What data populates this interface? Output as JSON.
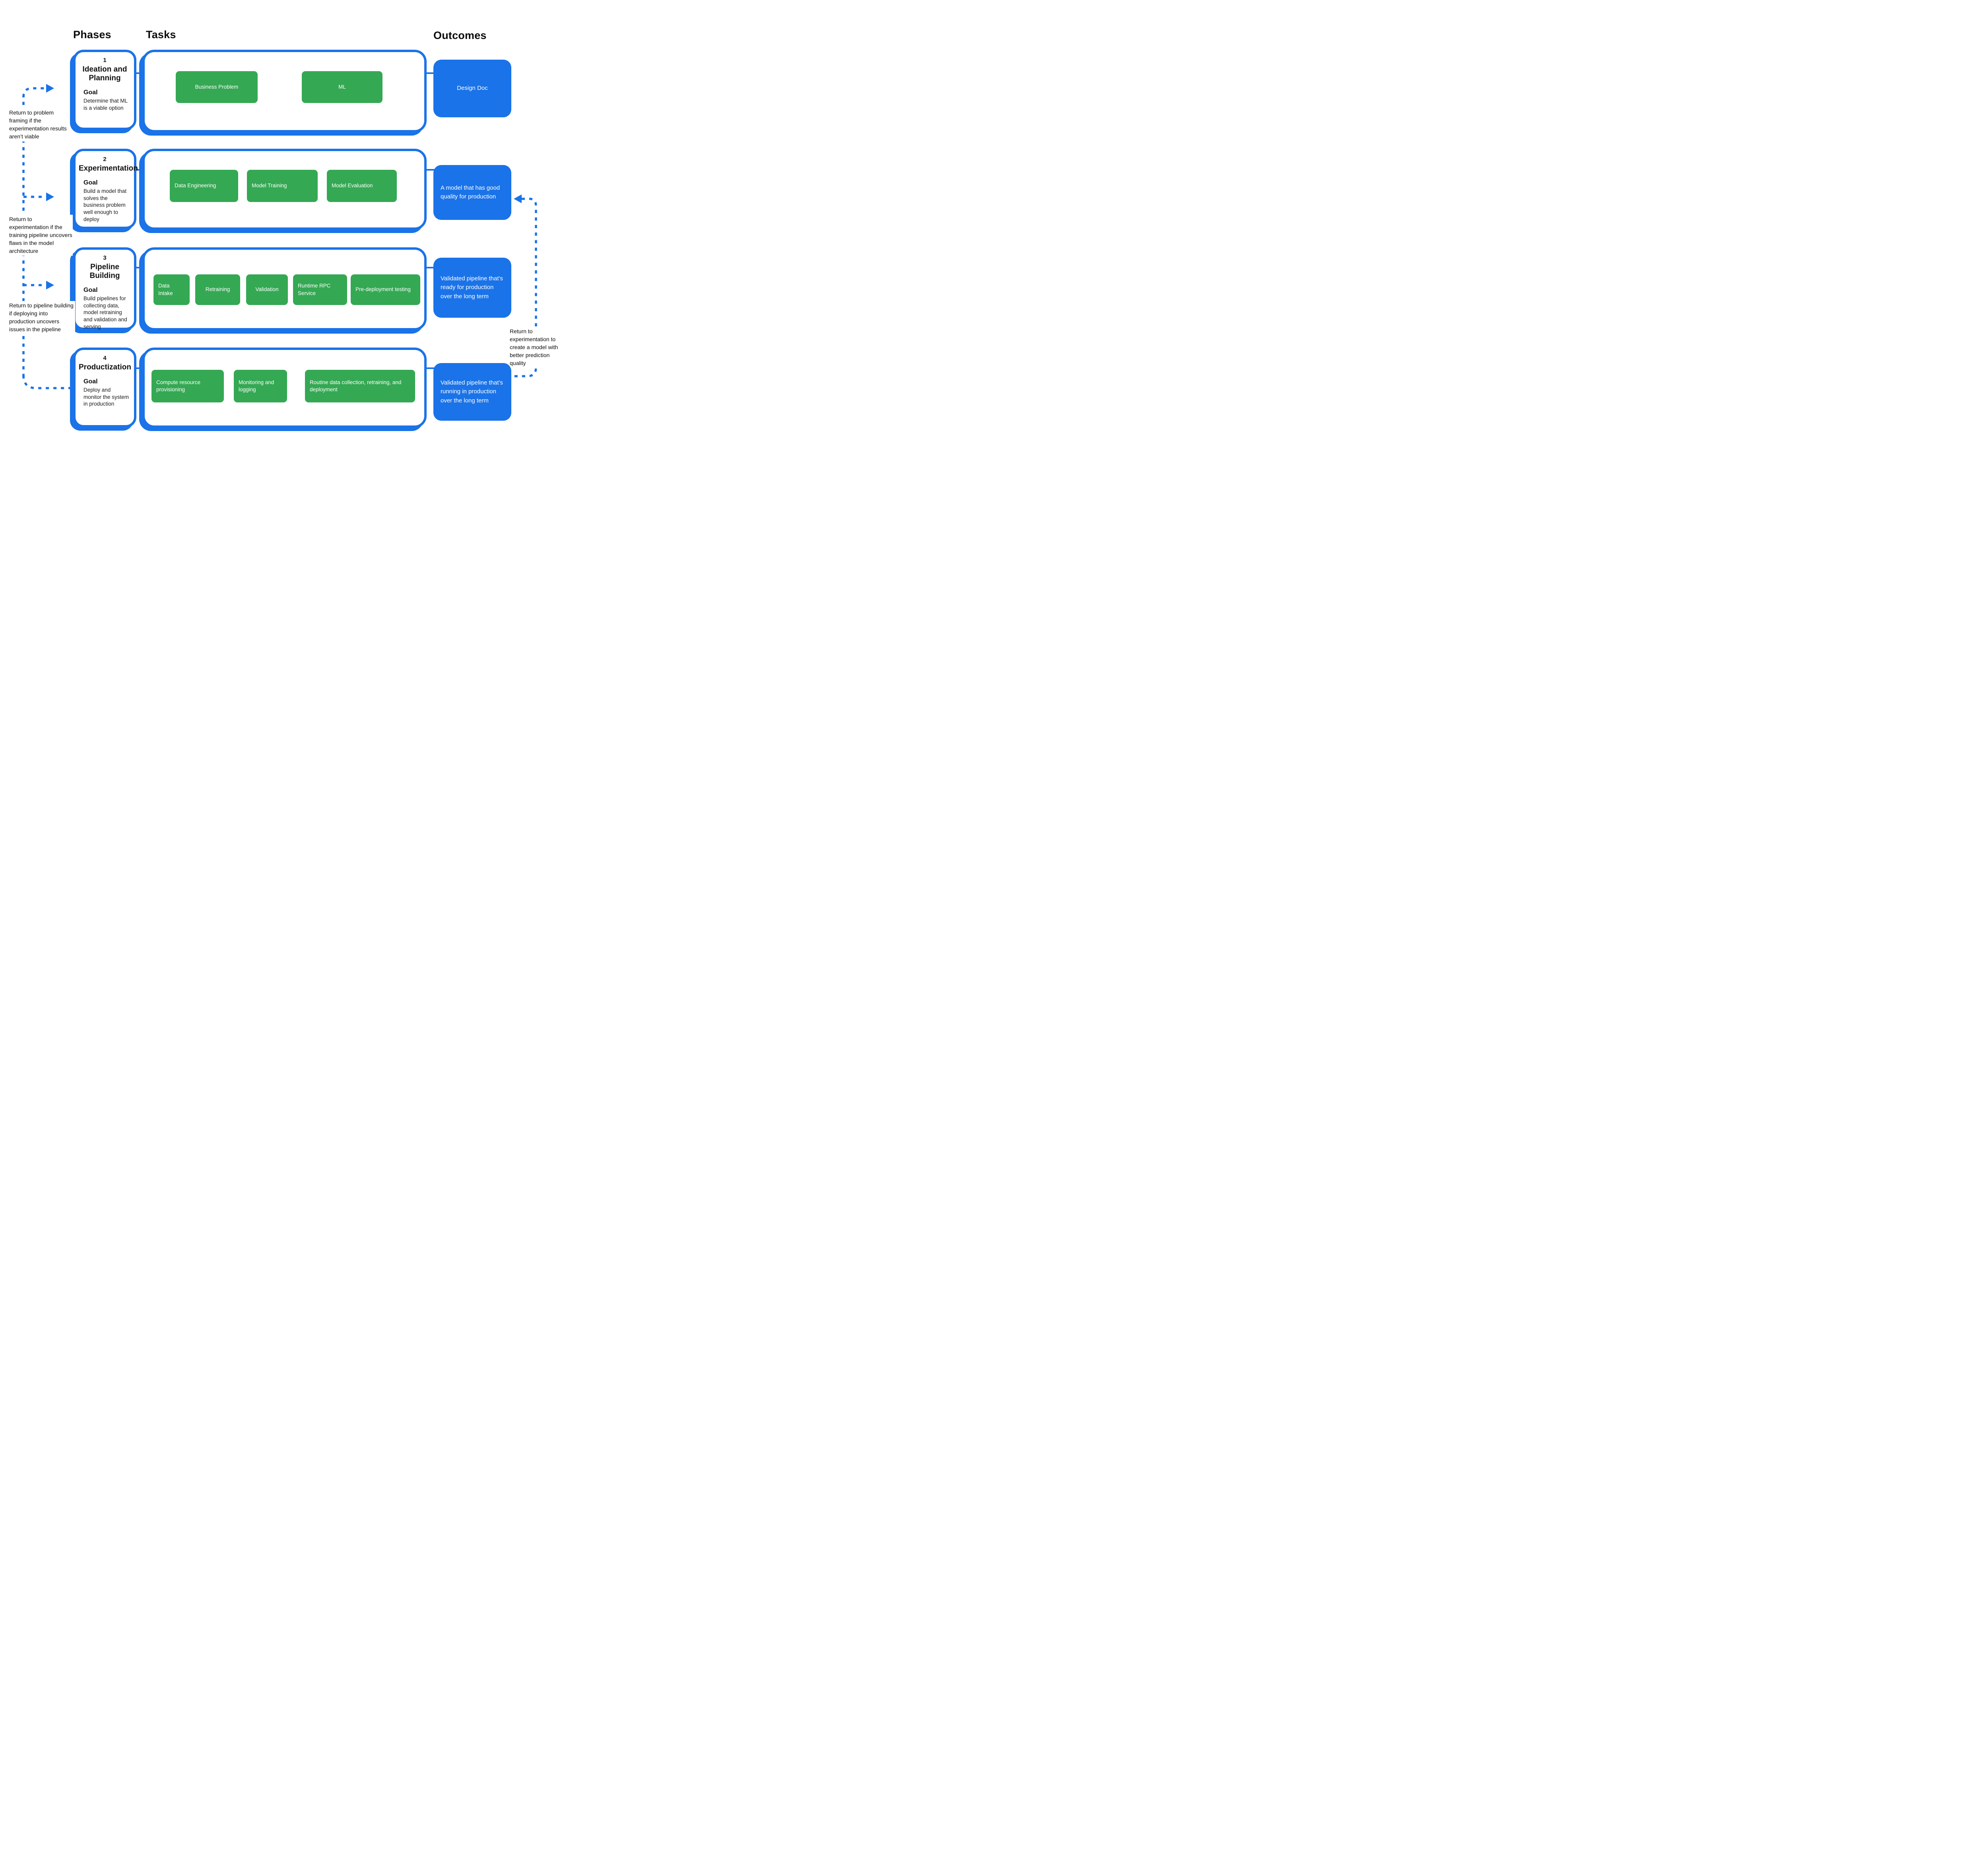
{
  "header": {
    "phases": "Phases",
    "tasks": "Tasks",
    "outcomes": "Outcomes"
  },
  "colors": {
    "task_green": "#34A853",
    "accent_blue": "#1A73E8"
  },
  "phases": [
    {
      "number": "1",
      "title": "Ideation and Planning",
      "goal_label": "Goal",
      "goal": "Determine that ML is a viable option"
    },
    {
      "number": "2",
      "title": "Experimentation",
      "goal_label": "Goal",
      "goal": "Build a model that solves the business problem well enough to deploy"
    },
    {
      "number": "3",
      "title": "Pipeline Building",
      "goal_label": "Goal",
      "goal": "Build pipelines for collecting data, model retraining and validation and serving"
    },
    {
      "number": "4",
      "title": "Productization",
      "goal_label": "Goal",
      "goal": "Deploy and monitor the system in production"
    }
  ],
  "tasks": {
    "row1": [
      "Business Problem",
      "ML"
    ],
    "row2": [
      "Data Engineering",
      "Model Training",
      "Model Evaluation"
    ],
    "row3": [
      "Data Intake",
      "Retraining",
      "Validation",
      "Runtime RPC Service",
      "Pre-deployment testing"
    ],
    "row4": [
      "Compute resource provisioning",
      "Monitoring and logging",
      "Routine data collection, retraining, and deployment"
    ]
  },
  "outcomes": [
    "Design Doc",
    "A model that has good quality for production",
    "Validated pipeline that’s ready for production over the long term",
    "Validated pipeline that’s running in production over the long term"
  ],
  "annotations": {
    "left": [
      "Return to problem framing if the experimentation results aren’t viable",
      "Return to experimentation if the training pipeline uncovers flaws in the model architecture",
      "Return to pipeline building if deploying into production uncovers issues in the pipeline"
    ],
    "right": "Return to experimentation to create a model with better prediction quality"
  }
}
